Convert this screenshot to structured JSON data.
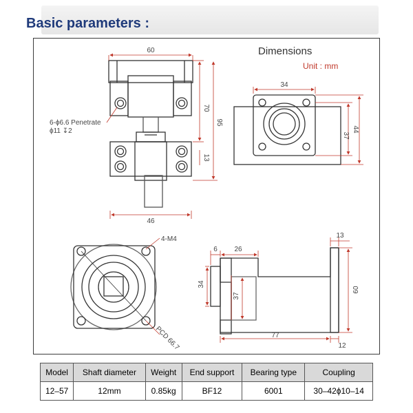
{
  "header": {
    "title": "Basic parameters :"
  },
  "dimensions_title": "Dimensions",
  "unit": "Unit : mm",
  "front_view": {
    "dim_width_top": "60",
    "dim_height_70": "70",
    "dim_height_95": "95",
    "dim_13": "13",
    "dim_46": "46",
    "callout_line1": "6-ϕ6.6  Penetrate",
    "callout_line2": "ϕ11 ↧2"
  },
  "side_view": {
    "dim_34": "34",
    "dim_37": "37",
    "dim_44": "44"
  },
  "bottom_view": {
    "label_m4": "4-M4",
    "label_pcd": "PCD 66.7"
  },
  "section_view": {
    "dim_6": "6",
    "dim_26": "26",
    "dim_13": "13",
    "dim_34": "34",
    "dim_37": "37",
    "dim_60": "60",
    "dim_77": "77",
    "dim_12": "12"
  },
  "table": {
    "headers": [
      "Model",
      "Shaft diameter",
      "Weight",
      "End support",
      "Bearing type",
      "Coupling"
    ],
    "rows": [
      [
        "12–57",
        "12mm",
        "0.85kg",
        "BF12",
        "6001",
        "30–42ϕ10–14"
      ]
    ]
  },
  "colors": {
    "title": "#1f3a7a",
    "dimension": "#c0392b",
    "line": "#333333",
    "table_header": "#d9d9d9"
  }
}
